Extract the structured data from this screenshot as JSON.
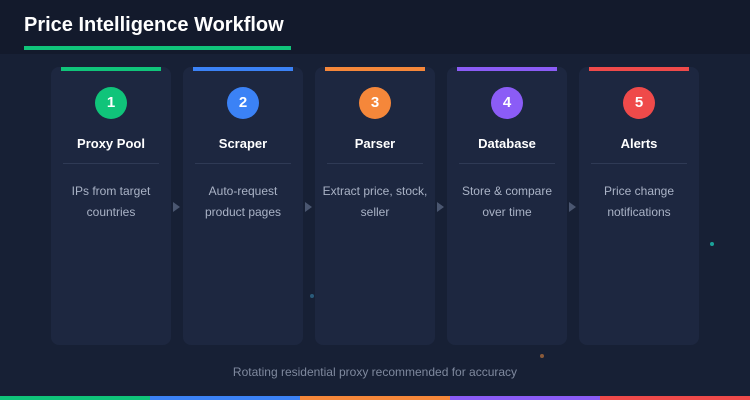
{
  "header": {
    "title": "Price Intelligence Workflow"
  },
  "steps": [
    {
      "num": "1",
      "name": "Proxy Pool",
      "desc": "IPs from target countries",
      "color": "#10c47a"
    },
    {
      "num": "2",
      "name": "Scraper",
      "desc": "Auto-request product pages",
      "color": "#3b82f6"
    },
    {
      "num": "3",
      "name": "Parser",
      "desc": "Extract price, stock, seller",
      "color": "#f5873a"
    },
    {
      "num": "4",
      "name": "Database",
      "desc": "Store & compare over time",
      "color": "#8b5cf6"
    },
    {
      "num": "5",
      "name": "Alerts",
      "desc": "Price change notifications",
      "color": "#ef4a4a"
    }
  ],
  "footer": "Rotating residential proxy recommended for accuracy"
}
